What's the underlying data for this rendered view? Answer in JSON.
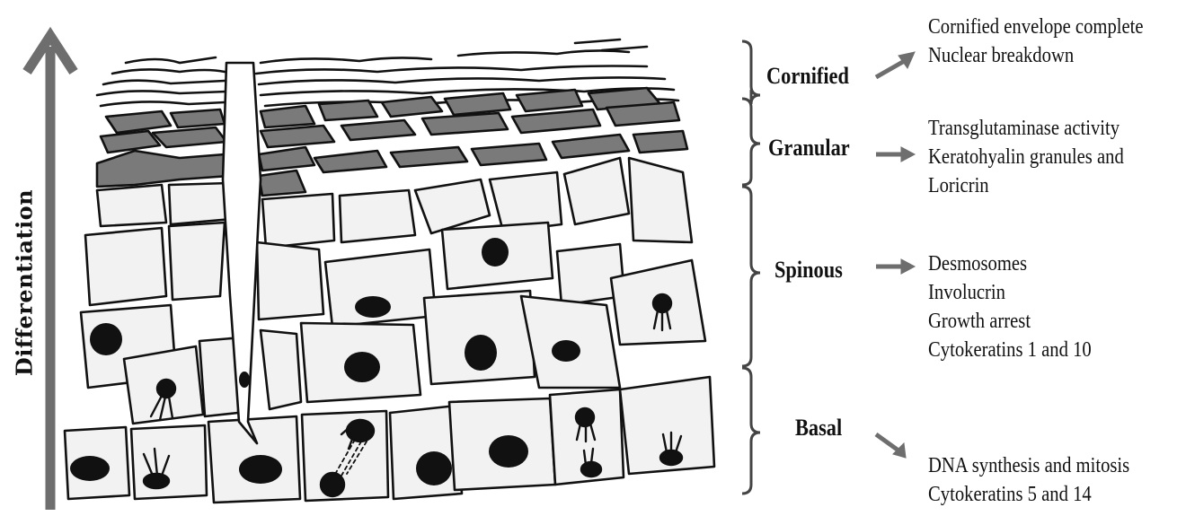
{
  "axis": {
    "label": "Differentiation"
  },
  "layers": [
    {
      "id": "cornified",
      "name": "Cornified",
      "features": [
        "Cornified envelope complete",
        "Nuclear breakdown"
      ]
    },
    {
      "id": "granular",
      "name": "Granular",
      "features": [
        "Transglutaminase activity",
        "Keratohyalin granules and",
        "Loricrin"
      ]
    },
    {
      "id": "spinous",
      "name": "Spinous",
      "features": [
        "Desmosomes",
        "Involucrin",
        "Growth arrest",
        "Cytokeratins 1 and 10"
      ]
    },
    {
      "id": "basal",
      "name": "Basal",
      "features": [
        "DNA synthesis and mitosis",
        "Cytokeratins 5 and 14"
      ]
    }
  ],
  "colors": {
    "ink": "#111111",
    "arrow": "#6e6e6e",
    "cell_fill": "#f2f2f2",
    "granule_fill": "#7a7a7a",
    "brace": "#444444"
  }
}
